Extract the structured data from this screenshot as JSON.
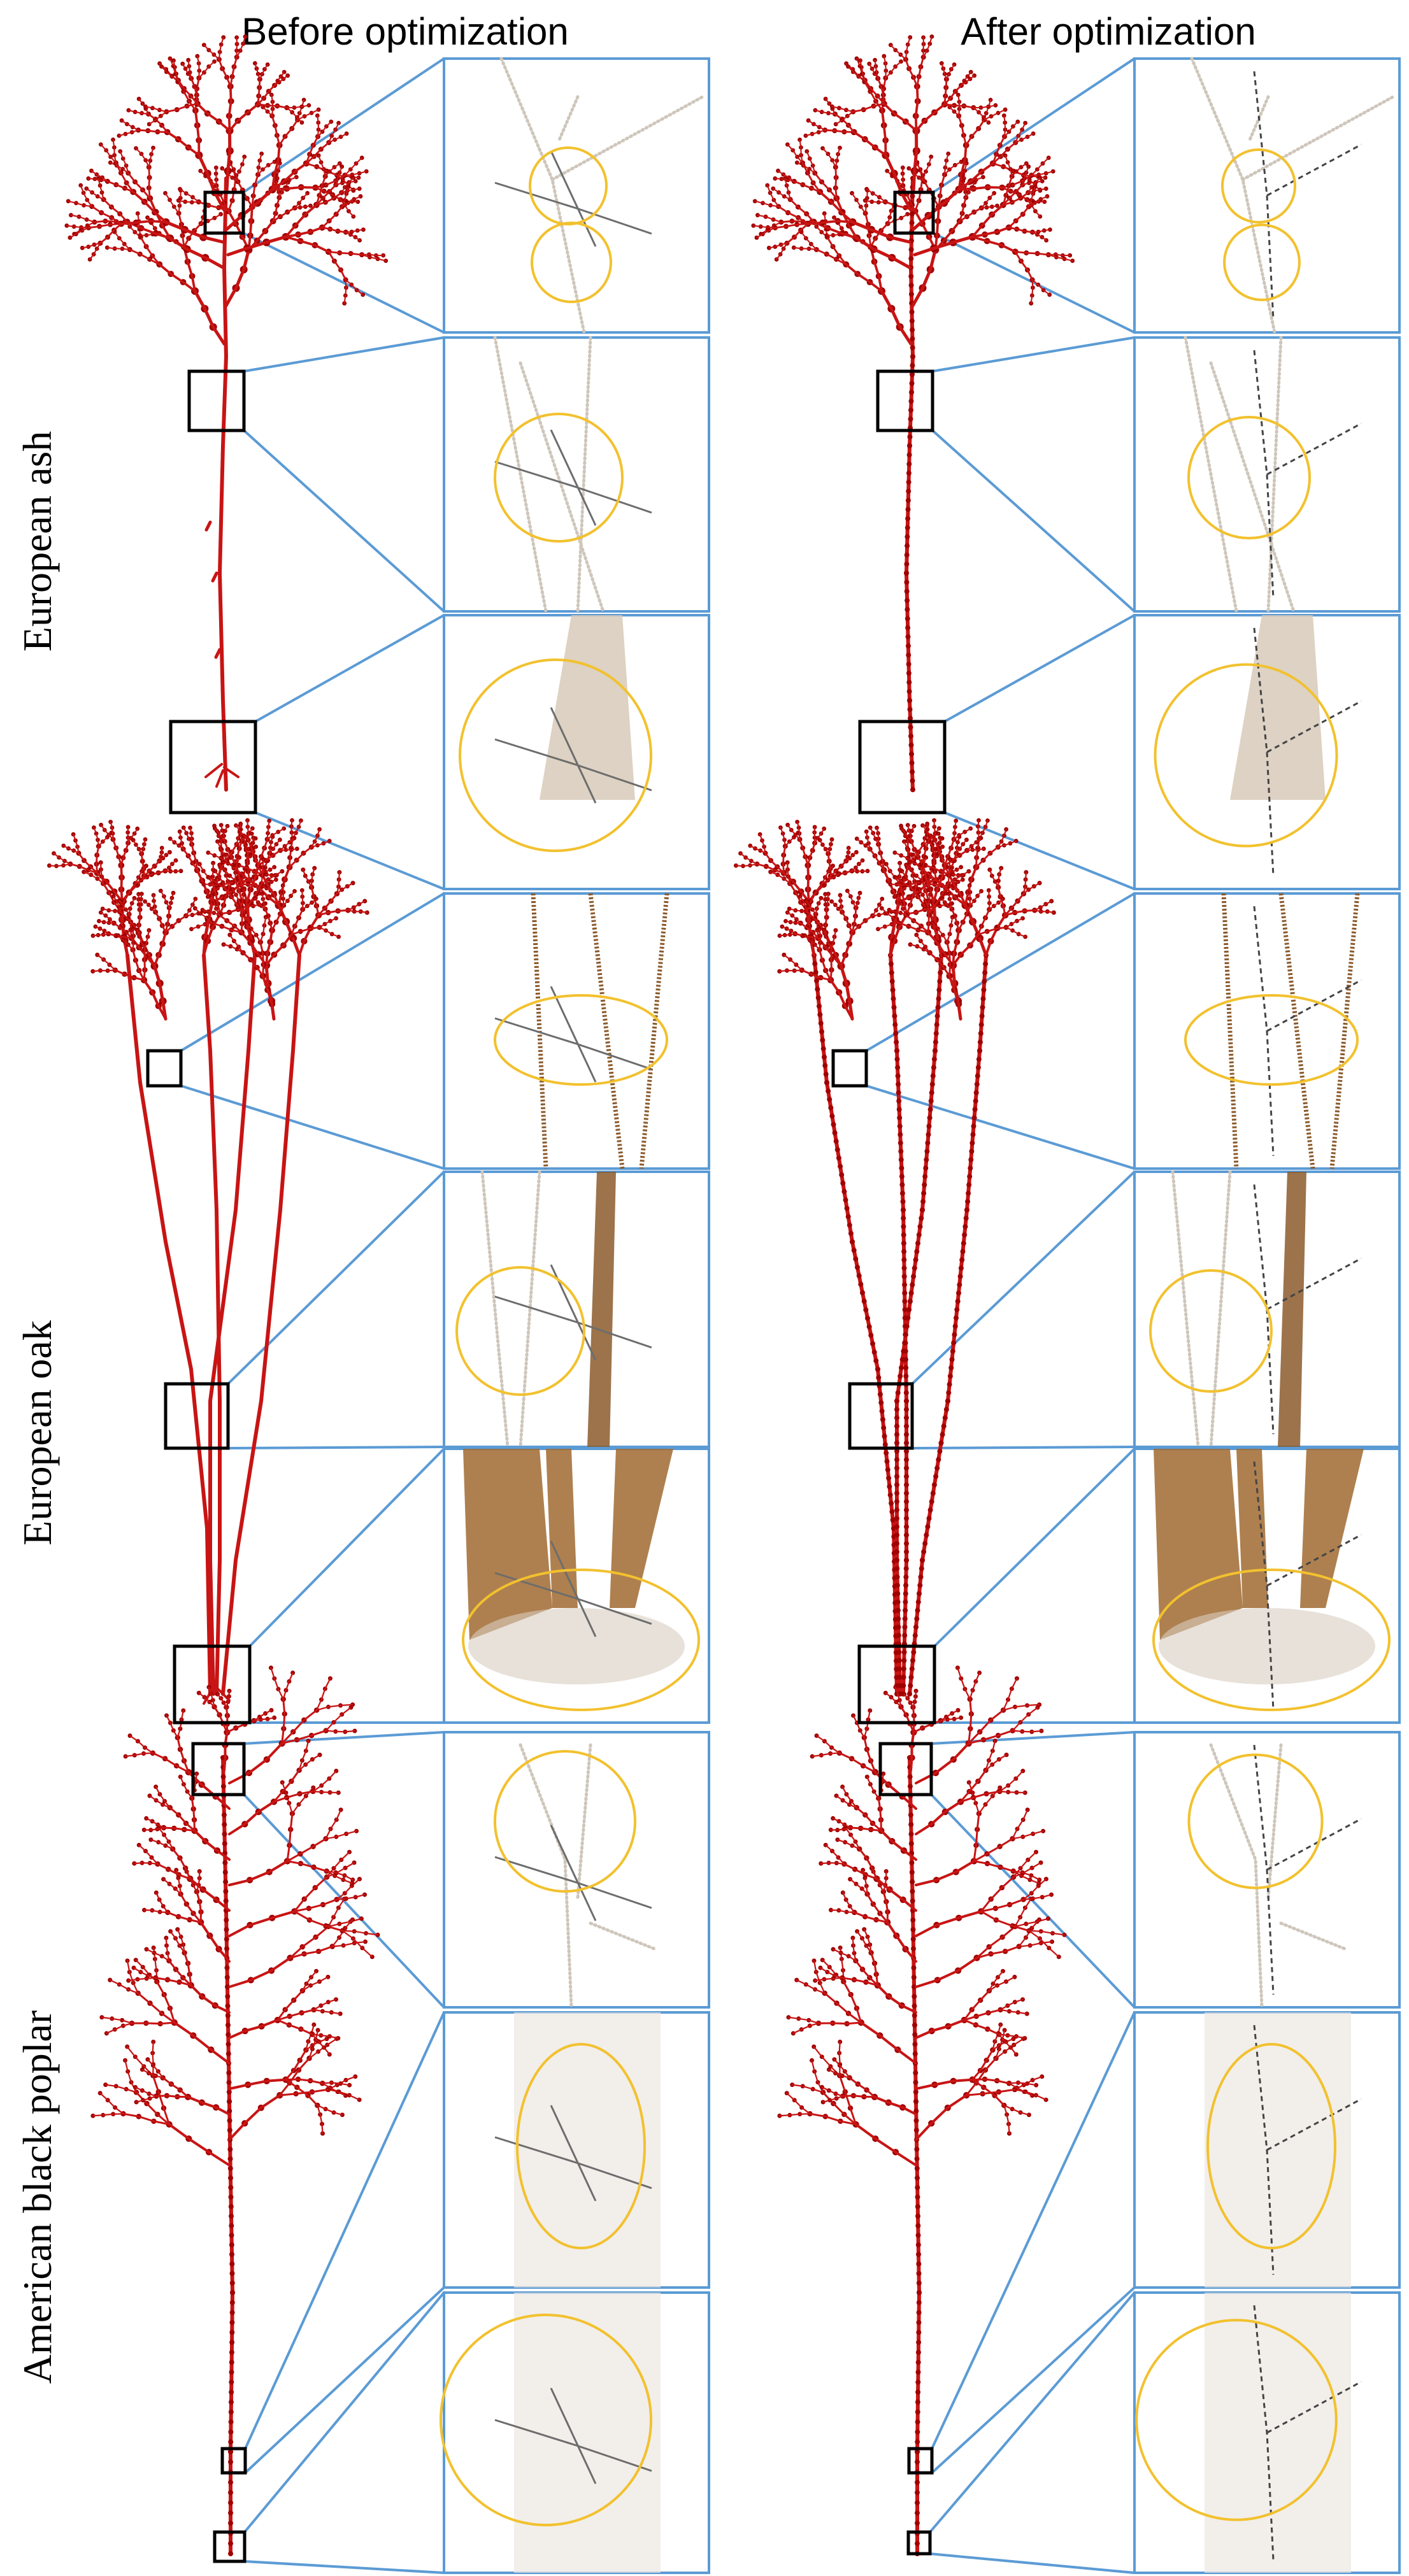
{
  "columns": [
    {
      "id": "before",
      "title": "Before optimization"
    },
    {
      "id": "after",
      "title": "After optimization"
    }
  ],
  "rows": [
    {
      "id": "ash",
      "label": "European ash"
    },
    {
      "id": "oak",
      "label": "European oak"
    },
    {
      "id": "poplar",
      "label": "American black poplar"
    }
  ],
  "colors": {
    "skeleton": "#c81414",
    "connector": "#5b9bd5",
    "highlight": "#f2c12e",
    "selection_box": "#000000",
    "point_cloud_light": "#cfc6bb",
    "point_cloud_brown": "#8b5a2b"
  }
}
